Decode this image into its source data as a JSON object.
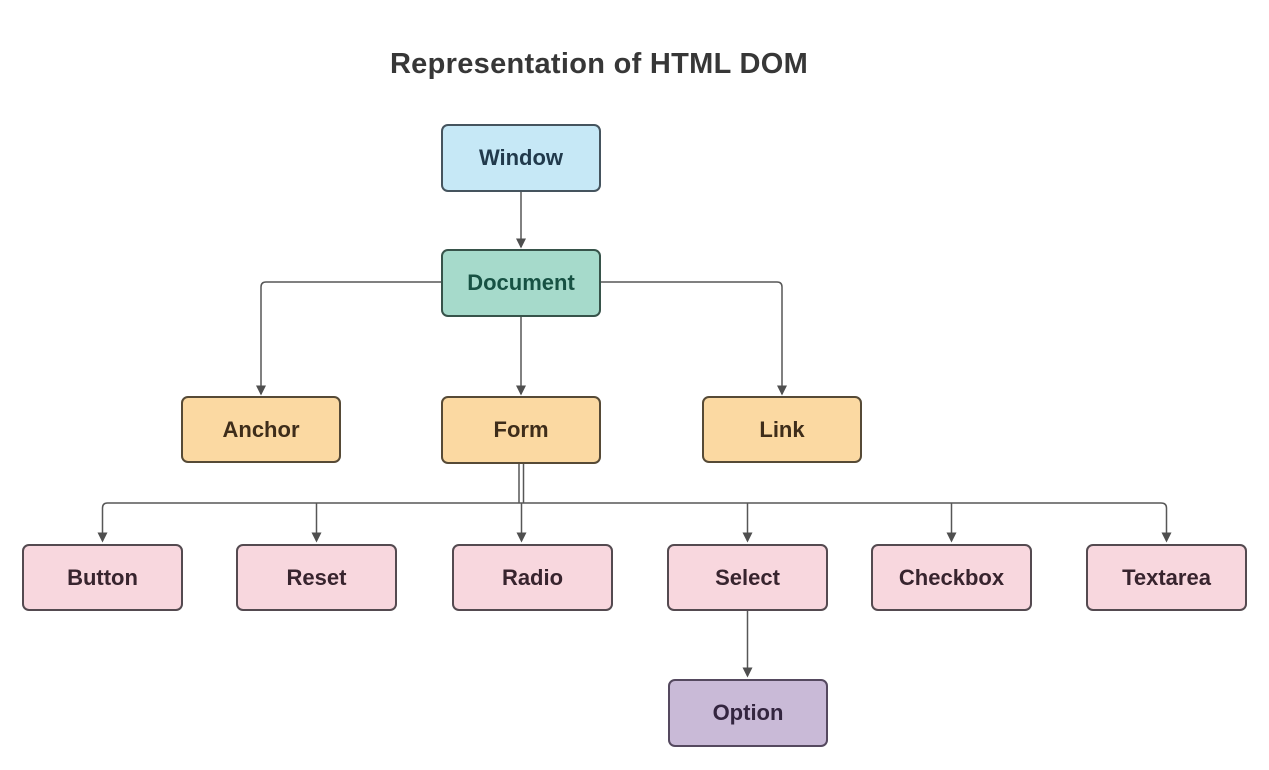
{
  "title": "Representation of HTML DOM",
  "diagram": {
    "connector_color": "#575757",
    "arrow_color": "#4f4f4f",
    "nodes": {
      "window": {
        "label": "Window",
        "fill": "#c6e8f6",
        "border": "#45545e",
        "text": "#213a4c"
      },
      "document": {
        "label": "Document",
        "fill": "#a6dacb",
        "border": "#37534a",
        "text": "#175143"
      },
      "anchor": {
        "label": "Anchor",
        "fill": "#fbd9a2",
        "border": "#564a36",
        "text": "#3e2d1a"
      },
      "form": {
        "label": "Form",
        "fill": "#fbd9a2",
        "border": "#564a36",
        "text": "#3e2d1a"
      },
      "link": {
        "label": "Link",
        "fill": "#fbd9a2",
        "border": "#564a36",
        "text": "#3e2d1a"
      },
      "button": {
        "label": "Button",
        "fill": "#f8d7de",
        "border": "#544a50",
        "text": "#38242e"
      },
      "reset": {
        "label": "Reset",
        "fill": "#f8d7de",
        "border": "#544a50",
        "text": "#38242e"
      },
      "radio": {
        "label": "Radio",
        "fill": "#f8d7de",
        "border": "#544a50",
        "text": "#38242e"
      },
      "select": {
        "label": "Select",
        "fill": "#f8d7de",
        "border": "#544a50",
        "text": "#38242e"
      },
      "checkbox": {
        "label": "Checkbox",
        "fill": "#f8d7de",
        "border": "#544a50",
        "text": "#38242e"
      },
      "textarea": {
        "label": "Textarea",
        "fill": "#f8d7de",
        "border": "#544a50",
        "text": "#38242e"
      },
      "option": {
        "label": "Option",
        "fill": "#c9bad7",
        "border": "#55495f",
        "text": "#33253f"
      }
    },
    "edges": [
      {
        "from": "window",
        "to": "document"
      },
      {
        "from": "document",
        "to": "anchor"
      },
      {
        "from": "document",
        "to": "form"
      },
      {
        "from": "document",
        "to": "link"
      },
      {
        "from": "form",
        "to": "button"
      },
      {
        "from": "form",
        "to": "reset"
      },
      {
        "from": "form",
        "to": "radio"
      },
      {
        "from": "form",
        "to": "select"
      },
      {
        "from": "form",
        "to": "checkbox"
      },
      {
        "from": "form",
        "to": "textarea"
      },
      {
        "from": "select",
        "to": "option"
      }
    ]
  }
}
